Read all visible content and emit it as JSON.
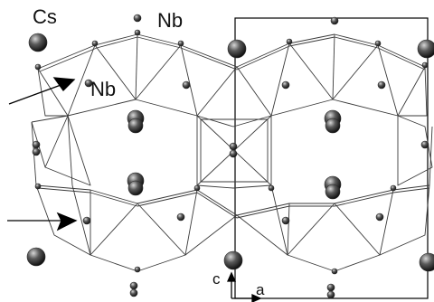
{
  "labels": {
    "cs": "Cs",
    "nb_legend": "Nb",
    "nb_pointer": "Nb",
    "axis_c": "c",
    "axis_a": "a"
  },
  "colors": {
    "atom": "#2b2b2b",
    "atom_highlight": "#bdbdbd",
    "bond": "#3a3a3a",
    "cell": "#000000"
  }
}
